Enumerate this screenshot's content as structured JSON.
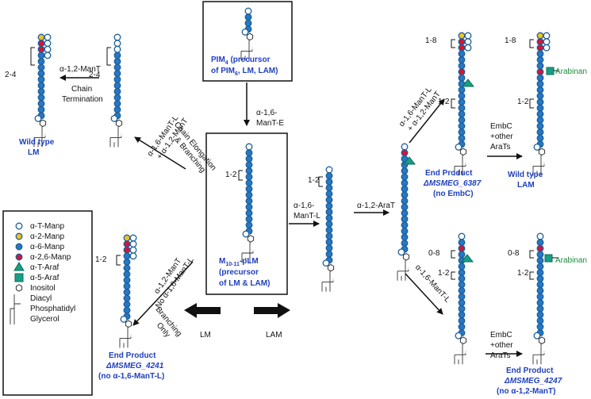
{
  "colors": {
    "mannose": "#2778c4",
    "mannose_stroke": "#1d5f99",
    "gold": "#f0c21b",
    "red": "#d4143a",
    "teal": "#169f86",
    "product_text": "#1f3fbf",
    "arabinan_text": "#1b8a3a"
  },
  "boxes": {
    "pim4": {
      "line1": "PIM",
      "sub1": "4",
      "line1b": " (precursor",
      "line2a": "of PIM",
      "sub2": "6",
      "line2b": ", LM, LAM)"
    },
    "pLM": {
      "line1a": "M",
      "sub1": "10-11",
      "line1b": "-pLM",
      "line2": "(precursor",
      "line3": "of LM & LAM)"
    }
  },
  "enzymes": {
    "manT_E": [
      "α-1,6-",
      "ManT-E"
    ],
    "manT_L_center": [
      "α-1,6-",
      "ManT-L"
    ],
    "araT": "α-1,2-AraT",
    "elongation": [
      "α-1,6-ManT-L",
      "+ α-1,2-ManT",
      "Chain Elongation",
      "& Branching"
    ],
    "termination": [
      "α-1,2-ManT",
      "Chain",
      "Termination"
    ],
    "branching_only": [
      "α-1,2-ManT",
      "No α-1,6-ManT-L",
      "Branching",
      "Only"
    ],
    "upper_right": [
      "α-1,6-ManT-L",
      "+ α-1,2-ManT"
    ],
    "lower_right": "α-1,6-ManT-L",
    "embc_top": [
      "EmbC",
      "+other",
      "AraTs"
    ],
    "embc_bottom": [
      "EmbC",
      "+other",
      "AraTs"
    ]
  },
  "branch_labels": {
    "wt_lm_left": "2-4",
    "wt_lm_right": "2-4",
    "pLM": "1-2",
    "center": "1-2",
    "d6387_top": "1-8",
    "d6387_mid": "1-2",
    "wtlam_top": "1-8",
    "wtlam_mid": "1-2",
    "d4241": "1-2",
    "d4247_top": "0-8",
    "d4247_mid": "1-2",
    "wtlam2_top": "0-8",
    "wtlam2_mid": "1-2"
  },
  "arabinan": "Arabinan",
  "products": {
    "wt_lm": [
      "Wild type",
      "LM"
    ],
    "d6387": [
      "End Product",
      "ΔMSMEG_6387",
      "(no EmbC)"
    ],
    "wt_lam": [
      "Wild type",
      "LAM"
    ],
    "d4241": [
      "End Product",
      "ΔMSMEG_4241",
      "(no α-1,6-ManT-L)"
    ],
    "d4247": [
      "End Product",
      "ΔMSMEG_4247",
      "(no α-1,2-ManT)"
    ]
  },
  "flow": {
    "lm": "LM",
    "lam": "LAM"
  },
  "legend": {
    "items": [
      {
        "text": "α-T-Manp",
        "icon": "circle-open"
      },
      {
        "text": "α-2-Manp",
        "icon": "circle-gold"
      },
      {
        "text": "α-6-Manp",
        "icon": "circle-blue"
      },
      {
        "text": "α-2,6-Manp",
        "icon": "circle-red"
      },
      {
        "text": "α-T-Araf",
        "icon": "triangle-teal"
      },
      {
        "text": "α-5-Araf",
        "icon": "square-teal"
      },
      {
        "text": "Inositol",
        "icon": "hexagon"
      },
      {
        "text": "Diacyl",
        "icon": "lipid"
      },
      {
        "text": "Phosphatidyl",
        "icon": ""
      },
      {
        "text": "Glycerol",
        "icon": ""
      }
    ]
  }
}
